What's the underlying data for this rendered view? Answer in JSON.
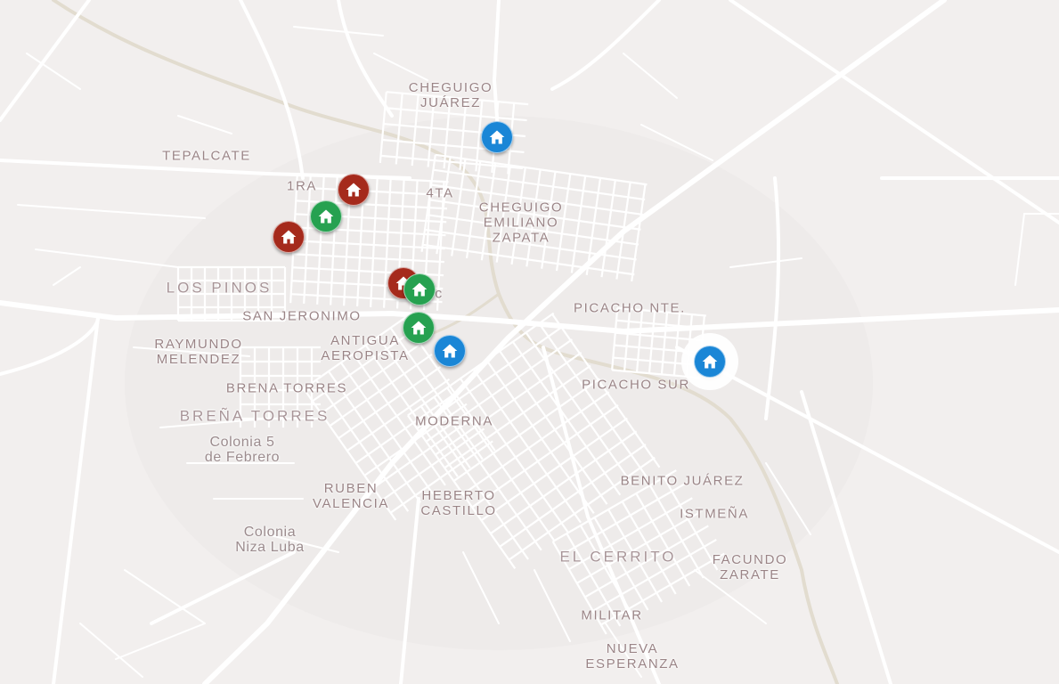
{
  "map": {
    "colors": {
      "background": "#f2efee",
      "road": "#ffffff",
      "river": "#e2dccf",
      "label": "#9a8486",
      "marker_red": "#a52a1c",
      "marker_green": "#26a150",
      "marker_blue": "#1a86d6"
    },
    "labels": [
      {
        "id": "cheguigo-juarez",
        "text": "CHEGUIGO\nJUÁREZ",
        "style": "small"
      },
      {
        "id": "tepalcate",
        "text": "TEPALCATE",
        "style": "small"
      },
      {
        "id": "1ra",
        "text": "1RA",
        "style": "small"
      },
      {
        "id": "4ta",
        "text": "4TA",
        "style": "small"
      },
      {
        "id": "cheguigo-emiliano-zapata",
        "text": "CHEGUIGO\nEMILIANO\nZAPATA",
        "style": "small"
      },
      {
        "id": "los-pinos",
        "text": "LOS PINOS",
        "style": "big"
      },
      {
        "id": "town",
        "text": "pec",
        "style": "normal"
      },
      {
        "id": "san-jeronimo",
        "text": "SAN JERONIMO",
        "style": "small"
      },
      {
        "id": "picacho-nte",
        "text": "PICACHO NTE.",
        "style": "small"
      },
      {
        "id": "raymundo-melendez",
        "text": "RAYMUNDO\nMELENDEZ",
        "style": "small"
      },
      {
        "id": "antigua-aeropista",
        "text": "ANTIGUA\nAEROPISTA",
        "style": "small"
      },
      {
        "id": "picacho-sur",
        "text": "PICACHO SUR",
        "style": "small"
      },
      {
        "id": "brena-torres",
        "text": "BRENA TORRES",
        "style": "small"
      },
      {
        "id": "brena-torres-2",
        "text": "BREÑA TORRES",
        "style": "big"
      },
      {
        "id": "moderna",
        "text": "MODERNA",
        "style": "small"
      },
      {
        "id": "colonia-5-de-febrero",
        "text": "Colonia 5\nde Febrero",
        "style": "normal"
      },
      {
        "id": "ruben-valencia",
        "text": "RUBEN\nVALENCIA",
        "style": "small"
      },
      {
        "id": "heberto-castillo",
        "text": "HEBERTO\nCASTILLO",
        "style": "small"
      },
      {
        "id": "benito-juarez",
        "text": "BENITO JUÁREZ",
        "style": "small"
      },
      {
        "id": "istmena",
        "text": "ISTMEÑA",
        "style": "small"
      },
      {
        "id": "colonia-niza-luba",
        "text": "Colonia\nNiza Luba",
        "style": "normal"
      },
      {
        "id": "el-cerrito",
        "text": "EL CERRITO",
        "style": "big"
      },
      {
        "id": "facundo-zarate",
        "text": "FACUNDO\nZARATE",
        "style": "small"
      },
      {
        "id": "militar",
        "text": "MILITAR",
        "style": "small"
      },
      {
        "id": "nueva-esperanza",
        "text": "NUEVA\nESPERANZA",
        "style": "small"
      }
    ],
    "markers": [
      {
        "id": "house-1",
        "color": "blue",
        "icon": "house-icon"
      },
      {
        "id": "house-2",
        "color": "red",
        "icon": "house-icon"
      },
      {
        "id": "house-3",
        "color": "green",
        "icon": "house-icon"
      },
      {
        "id": "house-4",
        "color": "red",
        "icon": "house-icon"
      },
      {
        "id": "house-5",
        "color": "red",
        "icon": "house-icon"
      },
      {
        "id": "house-6",
        "color": "green",
        "icon": "house-icon"
      },
      {
        "id": "house-7",
        "color": "green",
        "icon": "house-icon"
      },
      {
        "id": "house-8",
        "color": "blue",
        "icon": "house-icon"
      },
      {
        "id": "house-9",
        "color": "blue",
        "icon": "house-icon",
        "selected": true
      }
    ]
  }
}
